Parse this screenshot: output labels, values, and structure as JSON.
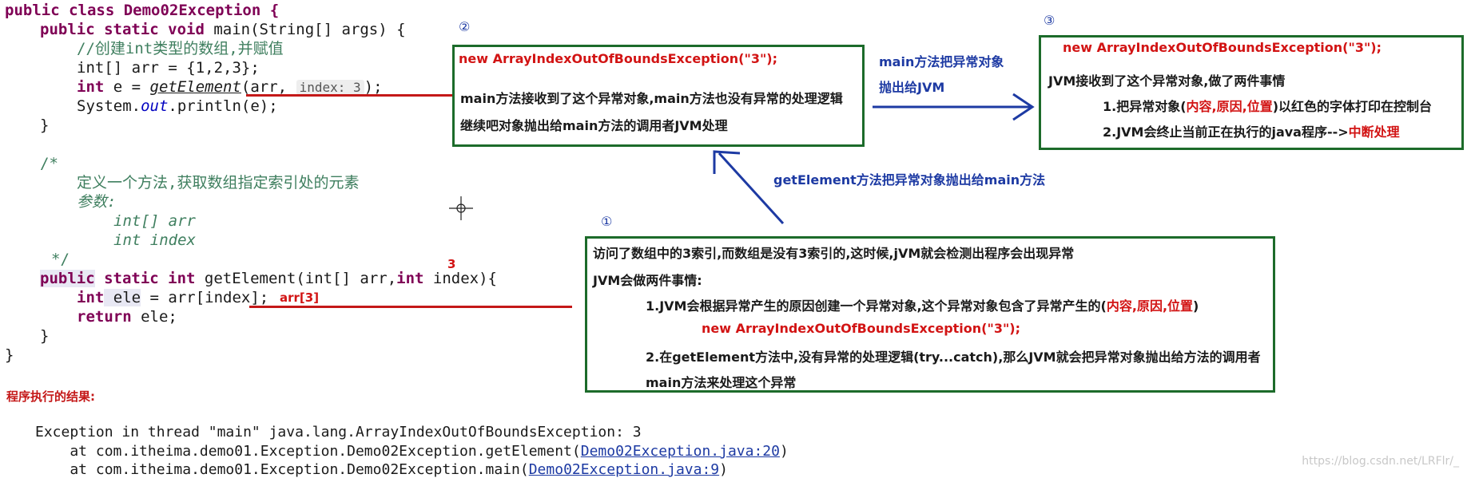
{
  "code": {
    "l1": "public class Demo02Exception {",
    "l2_a": "public static void",
    "l2_b": " main(String[] args) {",
    "l3": "//创建int类型的数组,并赋值",
    "l4": "int[] arr = {1,2,3};",
    "l5_a": "int",
    "l5_b": " e = ",
    "l5_c": "getElement",
    "l5_d": "(arr, ",
    "l5_hint": "index: 3",
    "l5_e": ");",
    "l6_a": "System.",
    "l6_b": "out",
    "l6_c": ".println(e);",
    "l7": "}",
    "l8": "/*",
    "l9": "定义一个方法,获取数组指定索引处的元素",
    "l10": "参数:",
    "l11": "int[] arr",
    "l12": "int index",
    "l13": "*/",
    "l14_a": "public",
    "l14_b": " static int",
    "l14_c": " getElement(int[] arr,",
    "l14_d": "int",
    "l14_e": " index){",
    "l15_a": "int",
    "l15_b": " ele",
    "l15_c": " = arr[index];",
    "l15_red": "arr[3]",
    "l15_red3": "3",
    "l16_a": "return",
    "l16_b": " ele;",
    "l17": "}",
    "l18": "}"
  },
  "result": {
    "label": "程序执行的结果:",
    "line1": "Exception in thread \"main\" java.lang.ArrayIndexOutOfBoundsException: 3",
    "line2_a": "    at com.itheima.demo01.Exception.Demo02Exception.getElement(",
    "line2_link": "Demo02Exception.java:20",
    "line2_b": ")",
    "line3_a": "    at com.itheima.demo01.Exception.Demo02Exception.main(",
    "line3_link": "Demo02Exception.java:9",
    "line3_b": ")"
  },
  "box2": {
    "num": "②",
    "title": "new ArrayIndexOutOfBoundsException(\"3\");",
    "line1": "main方法接收到了这个异常对象,main方法也没有异常的处理逻辑",
    "line2": "继续吧对象抛出给main方法的调用者JVM处理"
  },
  "box3": {
    "num": "③",
    "title": "new ArrayIndexOutOfBoundsException(\"3\");",
    "line1": "JVM接收到了这个异常对象,做了两件事情",
    "line2_a": "1.把异常对象(",
    "line2_red": "内容,原因,位置",
    "line2_b": ")以红色的字体打印在控制台",
    "line3_a": "2.JVM会终止当前正在执行的java程序-->",
    "line3_red": "中断处理"
  },
  "box1": {
    "num": "①",
    "line1": "访问了数组中的3索引,而数组是没有3索引的,这时候,jVM就会检测出程序会出现异常",
    "line2": "JVM会做两件事情:",
    "line3_a": "1.JVM会根据异常产生的原因创建一个异常对象,这个异常对象包含了异常产生的(",
    "line3_red": "内容,原因,位置",
    "line3_b": ")",
    "line4": "new ArrayIndexOutOfBoundsException(\"3\");",
    "line5": "2.在getElement方法中,没有异常的处理逻辑(try...catch),那么JVM就会把异常对象抛出给方法的调用者",
    "line6": "main方法来处理这个异常"
  },
  "arrows": {
    "main_to_jvm_1": "main方法把异常对象",
    "main_to_jvm_2": "抛出给JVM",
    "get_to_main": "getElement方法把异常对象抛出给main方法"
  },
  "watermark": "https://blog.csdn.net/LRFlr/_",
  "colors": {
    "box_border": "#1c6b2a",
    "arrow_blue": "#1d3aa3",
    "emphasis_red": "#d21414",
    "keyword": "#7f0055",
    "comment": "#3f7f5f"
  }
}
